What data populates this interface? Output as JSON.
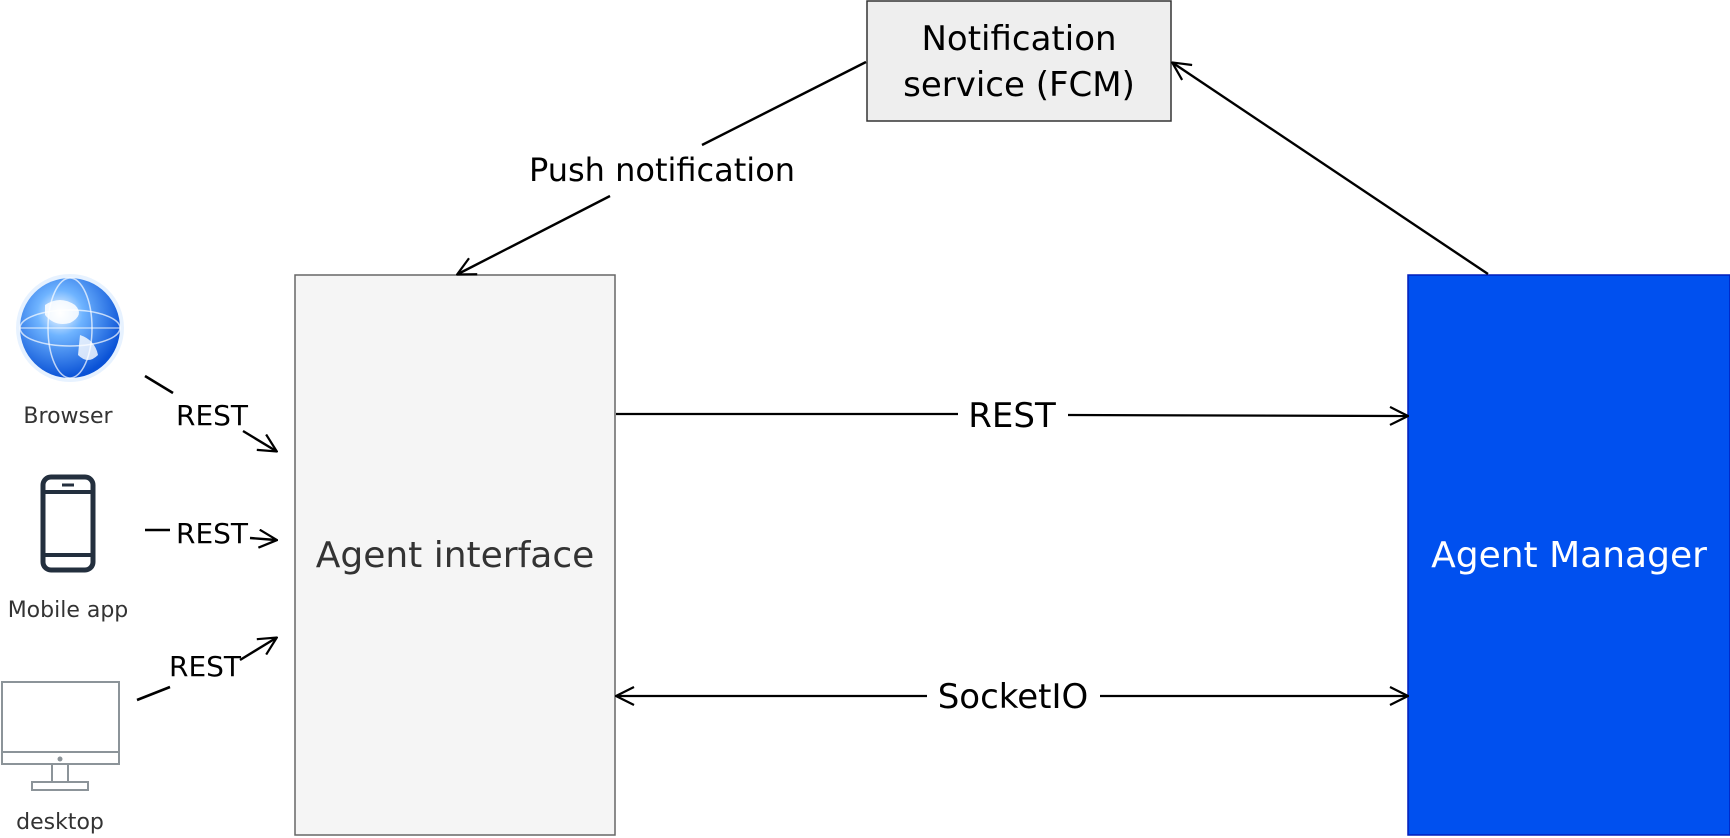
{
  "nodes": {
    "notification_service": {
      "line1": "Notification",
      "line2": "service (FCM)"
    },
    "agent_interface": {
      "label": "Agent interface"
    },
    "agent_manager": {
      "label": "Agent Manager"
    }
  },
  "clients": {
    "browser": {
      "label": "Browser",
      "icon": "globe-icon"
    },
    "mobile": {
      "label": "Mobile app",
      "icon": "smartphone-icon"
    },
    "desktop": {
      "label": "desktop",
      "icon": "monitor-icon"
    }
  },
  "edges": {
    "push": "Push notification",
    "browser_rest": "REST",
    "mobile_rest": "REST",
    "desktop_rest": "REST",
    "interface_to_manager": "REST",
    "socket": "SocketIO"
  },
  "colors": {
    "manager_fill": "#0050EF",
    "manager_text": "#FFFFFF",
    "interface_fill": "#F5F5F5",
    "notification_fill": "#EEEEEE",
    "stroke": "#000000",
    "muted_text": "#333333"
  }
}
